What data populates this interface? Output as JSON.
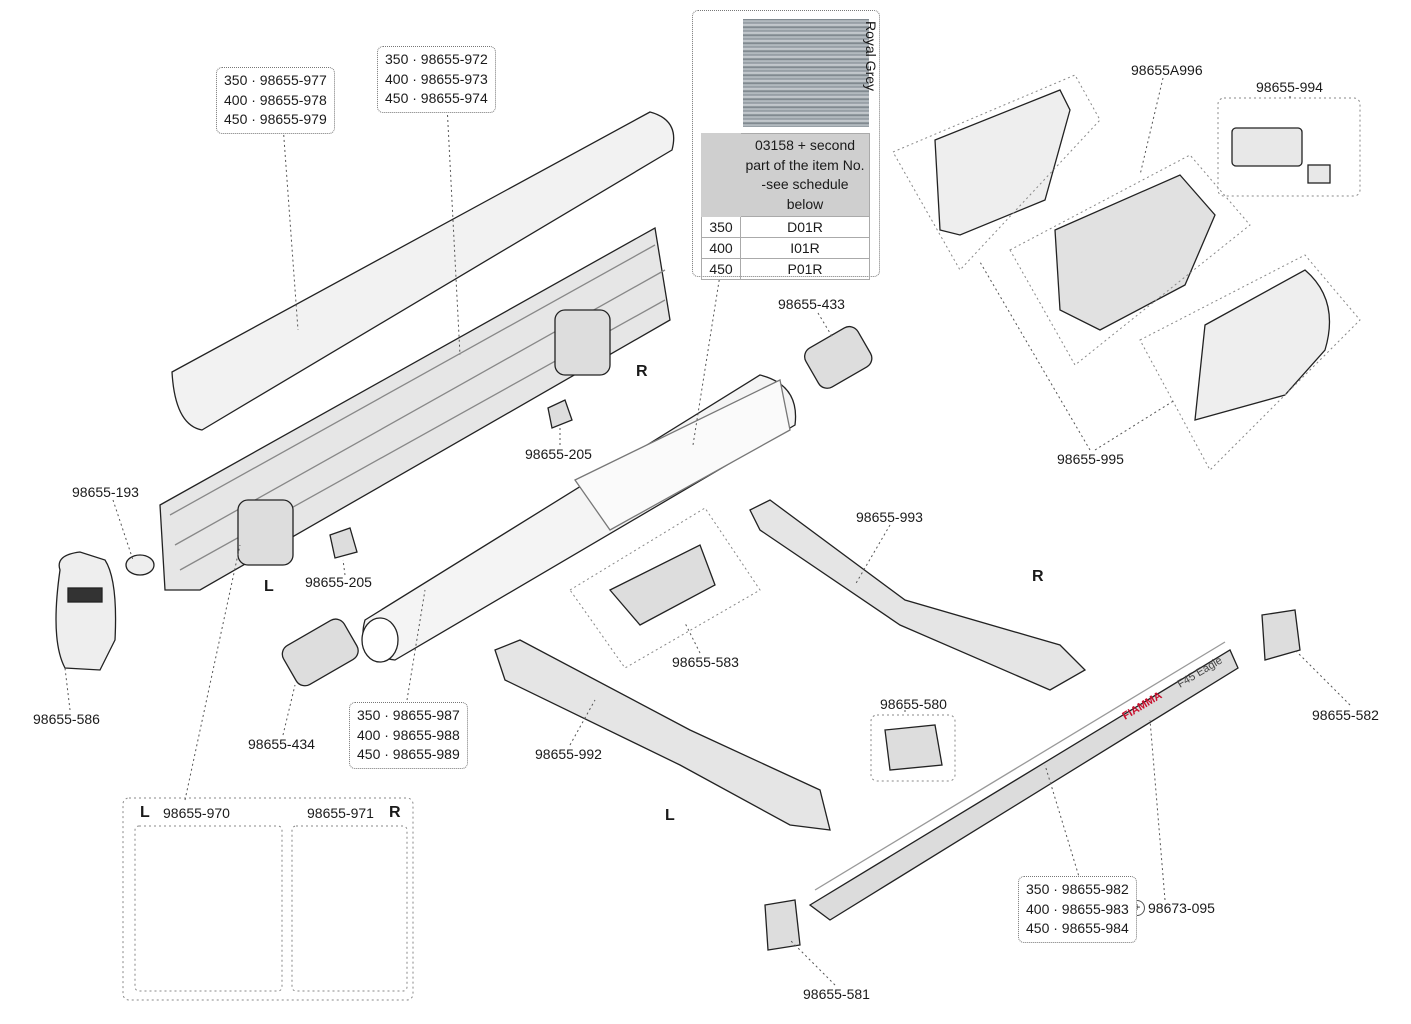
{
  "labels": {
    "p193": "98655-193",
    "p586": "98655-586",
    "p434": "98655-434",
    "p205a": "98655-205",
    "p205b": "98655-205",
    "p433": "98655-433",
    "p583": "98655-583",
    "p993": "98655-993",
    "p992": "98655-992",
    "p580": "98655-580",
    "p582": "98655-582",
    "p581": "98655-581",
    "p995": "98655-995",
    "p994": "98655-994",
    "pA996": "98655A996",
    "p095": "98673-095",
    "p970": "98655-970",
    "p971": "98655-971"
  },
  "sides": {
    "L": "L",
    "R": "R"
  },
  "boxes": {
    "cover": [
      "350 · 98655-977",
      "400 · 98655-978",
      "450 · 98655-979"
    ],
    "profile": [
      "350 · 98655-972",
      "400 · 98655-973",
      "450 · 98655-974"
    ],
    "tube": [
      "350 · 98655-987",
      "400 · 98655-988",
      "450 · 98655-989"
    ],
    "frontbar": [
      "350 · 98655-982",
      "400 · 98655-983",
      "450 · 98655-984"
    ]
  },
  "fabric": {
    "colour_name": "Royal Grey",
    "header": "03158 + second part of the item No. -see schedule below",
    "rows": [
      {
        "size": "350",
        "code": "D01R"
      },
      {
        "size": "400",
        "code": "I01R"
      },
      {
        "size": "450",
        "code": "P01R"
      }
    ]
  },
  "brand": {
    "logo": "FIAMMA",
    "model": "F45 Eagle"
  },
  "colors": {
    "line": "#222222",
    "fill": "#e9e9e9",
    "shade": "#bdbdbd",
    "brand_red": "#c8102e"
  }
}
